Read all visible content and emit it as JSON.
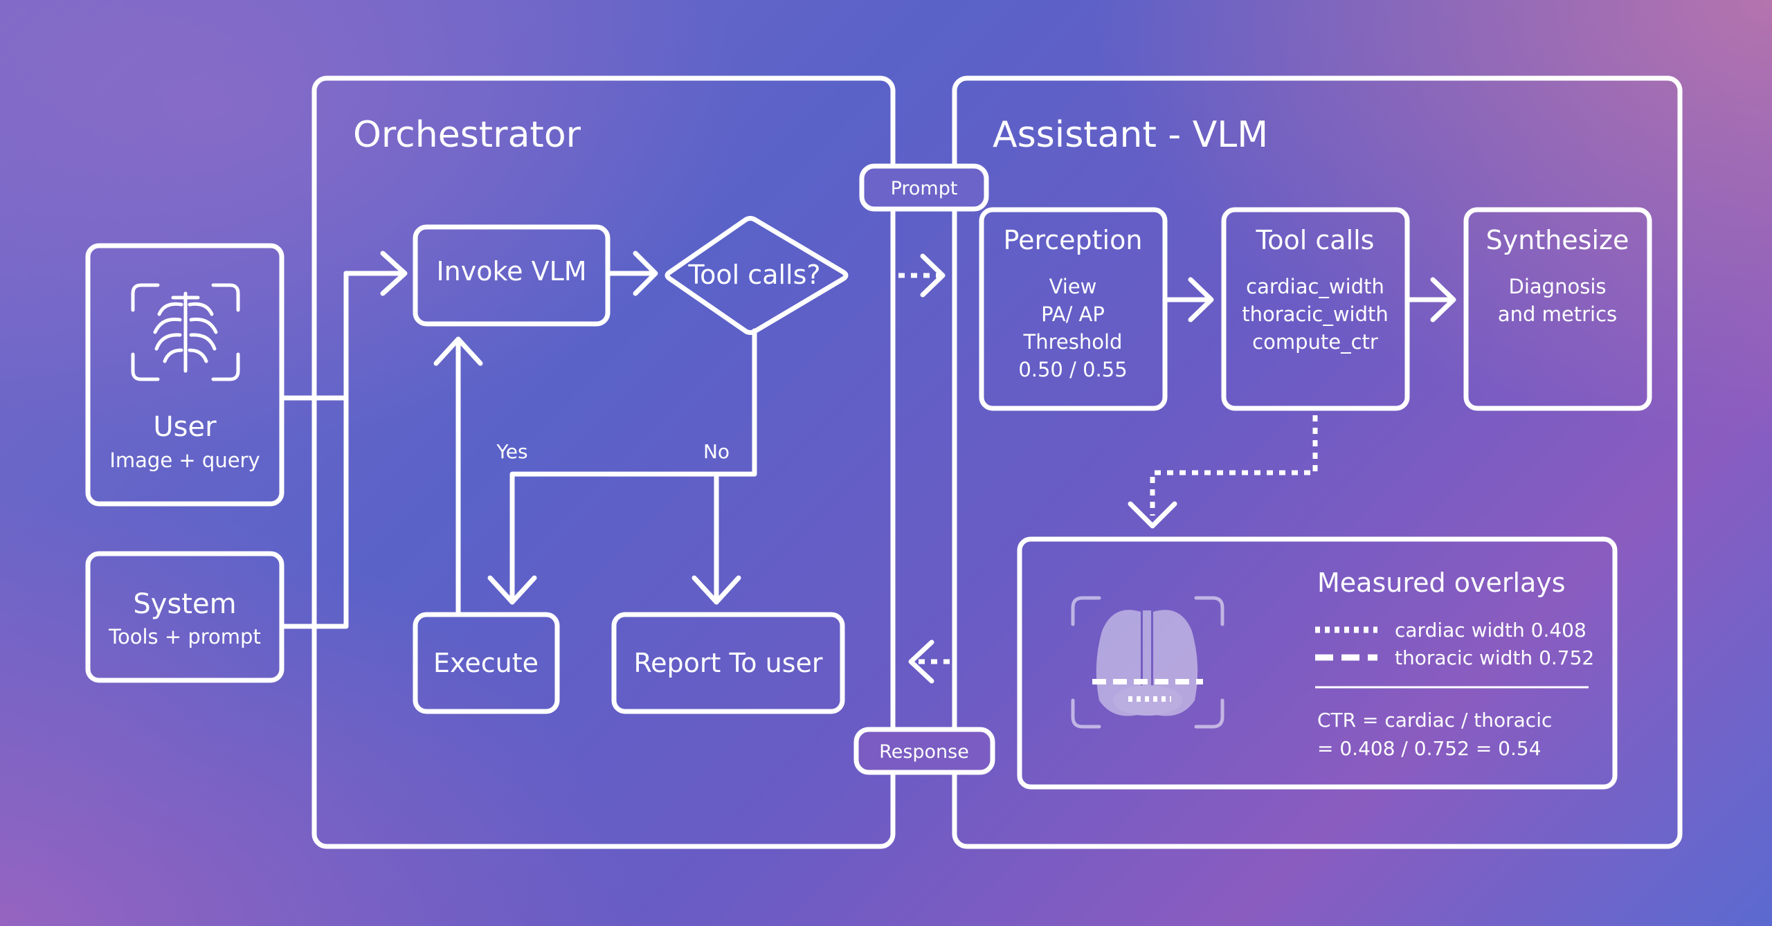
{
  "orchestrator": {
    "title": "Orchestrator",
    "invoke": "Invoke VLM",
    "decision": "Tool calls?",
    "yes": "Yes",
    "no": "No",
    "execute": "Execute",
    "report": "Report To user"
  },
  "assistant": {
    "title": "Assistant - VLM",
    "perception": {
      "title": "Perception",
      "lines": [
        "View",
        "PA/ AP",
        "Threshold",
        "0.50 / 0.55"
      ]
    },
    "toolcalls": {
      "title": "Tool calls",
      "lines": [
        "cardiac_width",
        "thoracic_width",
        "compute_ctr"
      ]
    },
    "synthesize": {
      "title": "Synthesize",
      "lines": [
        "Diagnosis",
        "and metrics"
      ]
    },
    "overlays": {
      "title": "Measured overlays",
      "legend": [
        "cardiac width 0.408",
        "thoracic width 0.752"
      ],
      "formula": [
        "CTR = cardiac / thoracic",
        "= 0.408 / 0.752 = 0.54"
      ]
    }
  },
  "inputs": {
    "user": {
      "title": "User",
      "sub": "Image + query",
      "icon": "chest-xray-icon"
    },
    "system": {
      "title": "System",
      "sub": "Tools + prompt"
    }
  },
  "connectors": {
    "prompt": "Prompt",
    "response": "Response"
  },
  "colors": {
    "line": "#ffffff",
    "accent_top": "#c078aa",
    "accent_mid": "#5a62c8"
  }
}
